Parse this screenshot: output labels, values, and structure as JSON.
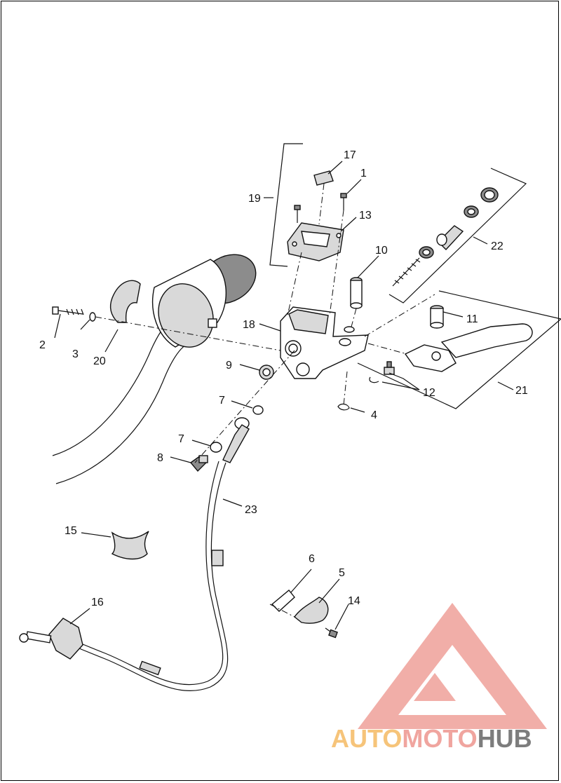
{
  "callouts": [
    {
      "id": "1",
      "text": "1"
    },
    {
      "id": "2",
      "text": "2"
    },
    {
      "id": "3",
      "text": "3"
    },
    {
      "id": "4",
      "text": "4"
    },
    {
      "id": "5",
      "text": "5"
    },
    {
      "id": "6",
      "text": "6"
    },
    {
      "id": "7a",
      "text": "7"
    },
    {
      "id": "7b",
      "text": "7"
    },
    {
      "id": "8",
      "text": "8"
    },
    {
      "id": "9",
      "text": "9"
    },
    {
      "id": "10",
      "text": "10"
    },
    {
      "id": "11",
      "text": "11"
    },
    {
      "id": "12",
      "text": "12"
    },
    {
      "id": "13",
      "text": "13"
    },
    {
      "id": "14",
      "text": "14"
    },
    {
      "id": "15",
      "text": "15"
    },
    {
      "id": "16",
      "text": "16"
    },
    {
      "id": "17",
      "text": "17"
    },
    {
      "id": "18",
      "text": "18"
    },
    {
      "id": "19",
      "text": "19"
    },
    {
      "id": "20",
      "text": "20"
    },
    {
      "id": "21",
      "text": "21"
    },
    {
      "id": "22",
      "text": "22"
    },
    {
      "id": "23",
      "text": "23"
    }
  ],
  "watermark": {
    "part1": "AUTO",
    "part2": "MOTO",
    "part3": "HUB",
    "color_primary": "#f0a59f",
    "color_secondary": "#f6c47a",
    "color_tertiary": "#7d7d7d"
  }
}
